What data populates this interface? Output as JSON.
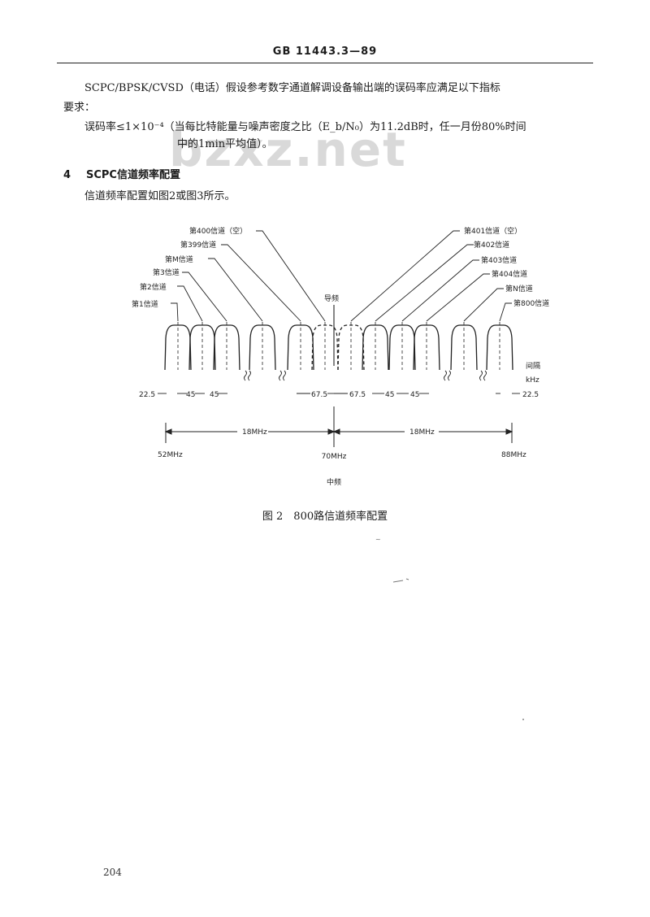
{
  "header": {
    "standard_code": "GB  11443.3—89"
  },
  "body": {
    "paragraph1_line1": "SCPC/BPSK/CVSD（电话）假设参考数字通道解调设备输出端的误码率应满足以下指标",
    "paragraph1_line2": "要求：",
    "paragraph2_line1": "误码率≤1×10⁻⁴（当每比特能量与噪声密度之比（E_b/N₀）为11.2dB时，任一月份80%时间",
    "paragraph2_line2": "中的1min平均值）。",
    "section_number": "4",
    "section_title": "SCPC信道频率配置",
    "section_text": "信道频率配置如图2或图3所示。"
  },
  "watermark": "bzxz.net",
  "figure": {
    "labels": {
      "ch1": "第1信道",
      "ch2": "第2信道",
      "ch3": "第3信道",
      "chM": "第M信道",
      "ch399": "第399信道",
      "ch400": "第400信道（空）",
      "ch401": "第401信道（空）",
      "ch402": "第402信道",
      "ch403": "第403信道",
      "ch404": "第404信道",
      "chN": "第N信道",
      "ch800": "第800信道",
      "pilot": "导频",
      "spacing_line1": "间隔",
      "spacing_line2": "kHz",
      "if_label": "中频"
    },
    "spacings": {
      "left_edge": "22.5",
      "s45a": "45",
      "s45b": "45",
      "s67a": "67.5",
      "s67b": "67.5",
      "s45c": "45",
      "s45d": "45",
      "right_edge": "22.5"
    },
    "bandwidths": {
      "left": "18MHz",
      "right": "18MHz"
    },
    "frequencies": {
      "low": "52MHz",
      "center": "70MHz",
      "high": "88MHz"
    }
  },
  "caption": "图 2　800路信道频率配置",
  "page_number": "204"
}
